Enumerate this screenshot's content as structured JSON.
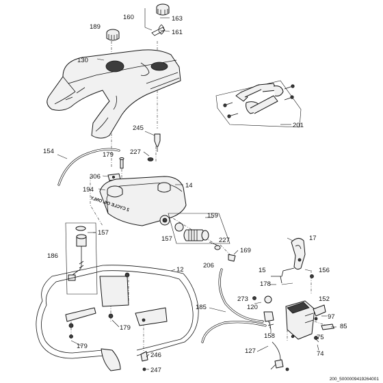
{
  "diagram": {
    "callouts": [
      {
        "id": "c160",
        "label": "160"
      },
      {
        "id": "c163",
        "label": "163"
      },
      {
        "id": "c161",
        "label": "161"
      },
      {
        "id": "c189",
        "label": "189"
      },
      {
        "id": "c130",
        "label": "130"
      },
      {
        "id": "c201",
        "label": "201"
      },
      {
        "id": "c245",
        "label": "245"
      },
      {
        "id": "c154",
        "label": "154"
      },
      {
        "id": "c179a",
        "label": "179"
      },
      {
        "id": "c227a",
        "label": "227"
      },
      {
        "id": "c306",
        "label": "306"
      },
      {
        "id": "c14",
        "label": "14"
      },
      {
        "id": "c194",
        "label": "194"
      },
      {
        "id": "c159",
        "label": "159"
      },
      {
        "id": "c157a",
        "label": "157"
      },
      {
        "id": "c157b",
        "label": "157"
      },
      {
        "id": "c227b",
        "label": "227"
      },
      {
        "id": "c169",
        "label": "169"
      },
      {
        "id": "c17",
        "label": "17"
      },
      {
        "id": "c186",
        "label": "186"
      },
      {
        "id": "c12",
        "label": "12"
      },
      {
        "id": "c206",
        "label": "206"
      },
      {
        "id": "c15",
        "label": "15"
      },
      {
        "id": "c156",
        "label": "156"
      },
      {
        "id": "c178",
        "label": "178"
      },
      {
        "id": "c273",
        "label": "273"
      },
      {
        "id": "c152",
        "label": "152"
      },
      {
        "id": "c120",
        "label": "120"
      },
      {
        "id": "c97",
        "label": "97"
      },
      {
        "id": "c85",
        "label": "85"
      },
      {
        "id": "c185",
        "label": "185"
      },
      {
        "id": "c158",
        "label": "158"
      },
      {
        "id": "c75",
        "label": "75"
      },
      {
        "id": "c179b",
        "label": "179"
      },
      {
        "id": "c179c",
        "label": "179"
      },
      {
        "id": "c127",
        "label": "127"
      },
      {
        "id": "c74",
        "label": "74"
      },
      {
        "id": "c246",
        "label": "246"
      },
      {
        "id": "c247",
        "label": "247"
      }
    ],
    "tank_label": "2 CYCLE OIL ONLY",
    "footer_code": "200_5000009419264001"
  }
}
